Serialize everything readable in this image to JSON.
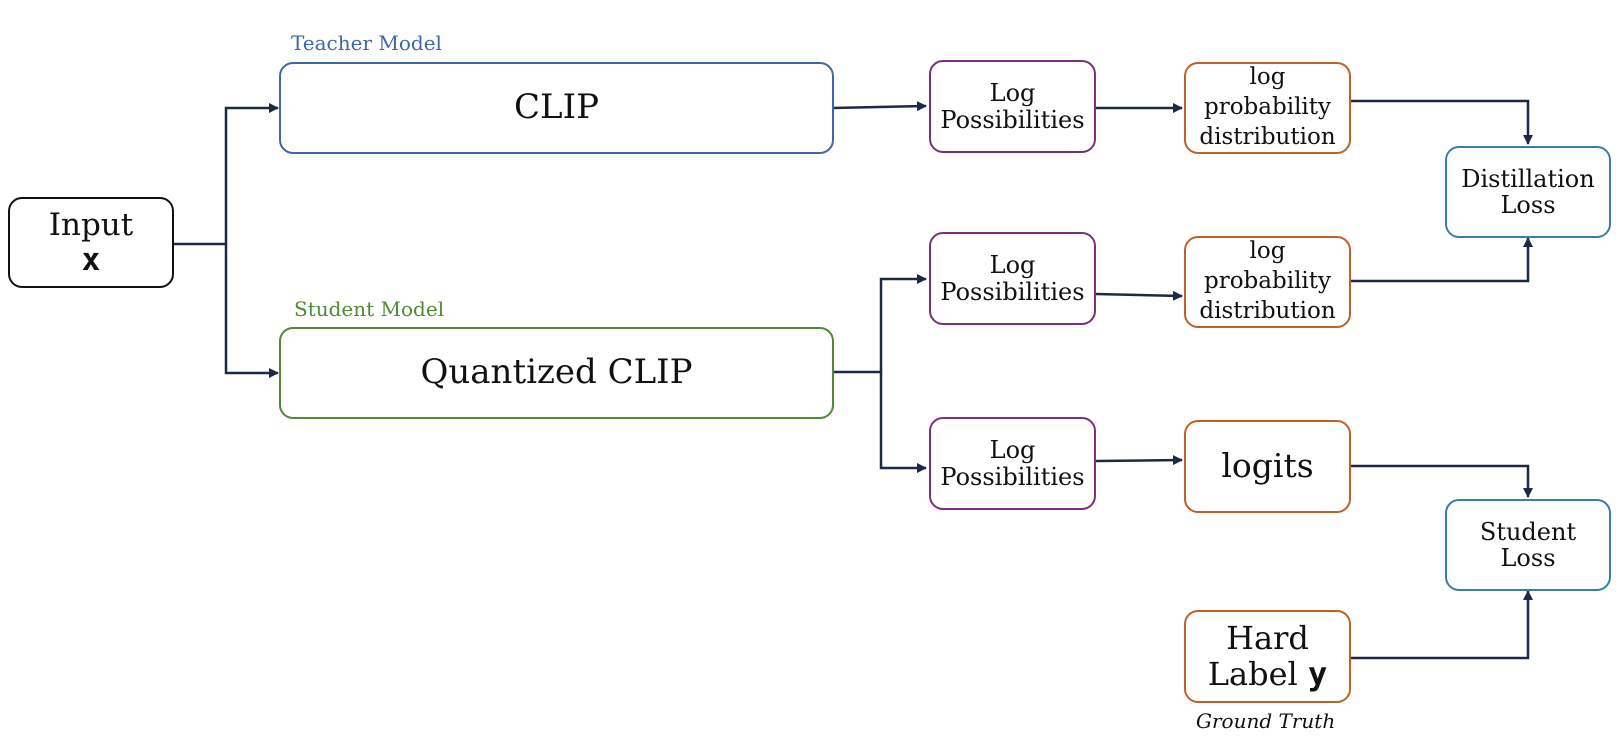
{
  "colors": {
    "teacher": "#3d68a8",
    "student": "#4f8a35",
    "logprob": "#7b2f7f",
    "output": "#c0602a",
    "loss": "#3a7fa5",
    "input": "#111111",
    "arrow": "#1b2a45"
  },
  "labels": {
    "teacher_model": "Teacher Model",
    "student_model": "Student Model",
    "ground_truth": "Ground Truth"
  },
  "nodes": {
    "input": {
      "line1": "Input",
      "line2": "x"
    },
    "clip": {
      "text": "CLIP"
    },
    "quantized_clip": {
      "text": "Quantized CLIP"
    },
    "log_poss_teacher": {
      "line1": "Log",
      "line2": "Possibilities"
    },
    "log_poss_student_top": {
      "line1": "Log",
      "line2": "Possibilities"
    },
    "log_poss_student_bottom": {
      "line1": "Log",
      "line2": "Possibilities"
    },
    "log_prob_dist_teacher": {
      "line1": "log",
      "line2": "probability",
      "line3": "distribution"
    },
    "log_prob_dist_student": {
      "line1": "log",
      "line2": "probability",
      "line3": "distribution"
    },
    "logits": {
      "text": "logits"
    },
    "hard_label": {
      "line1": "Hard",
      "line2": "Label",
      "var": "y"
    },
    "distillation_loss": {
      "line1": "Distillation",
      "line2": "Loss"
    },
    "student_loss": {
      "line1": "Student",
      "line2": "Loss"
    }
  }
}
